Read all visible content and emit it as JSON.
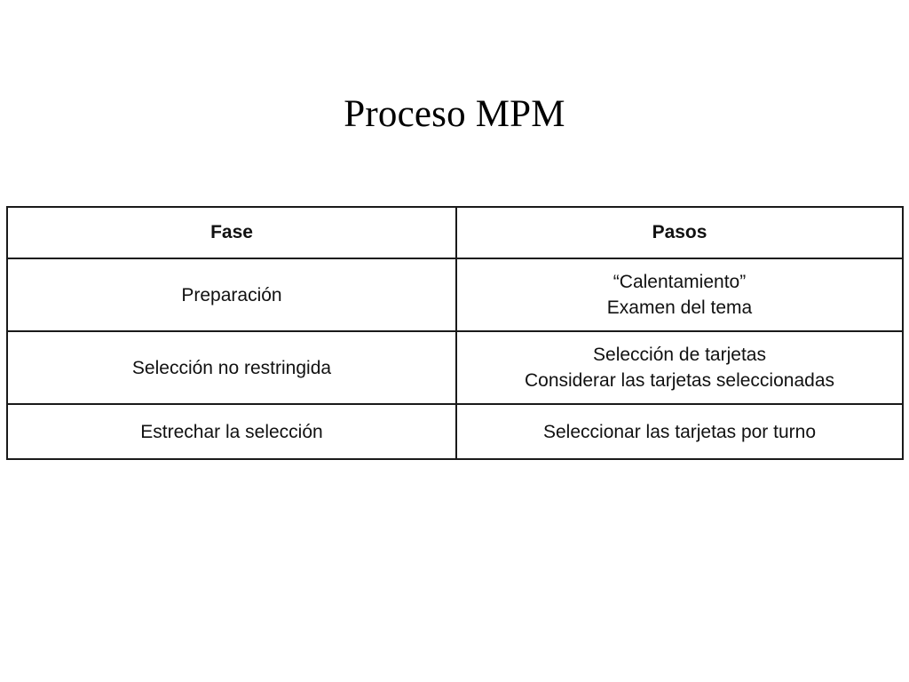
{
  "title": "Proceso MPM",
  "table": {
    "headers": [
      "Fase",
      "Pasos"
    ],
    "rows": [
      {
        "fase": "Preparación",
        "pasos": [
          "“Calentamiento”",
          "Examen del tema"
        ]
      },
      {
        "fase": "Selección no restringida",
        "pasos": [
          "Selección de tarjetas",
          "Considerar las tarjetas seleccionadas"
        ]
      },
      {
        "fase": "Estrechar la selección",
        "pasos": [
          "Seleccionar las tarjetas por turno"
        ]
      }
    ]
  }
}
